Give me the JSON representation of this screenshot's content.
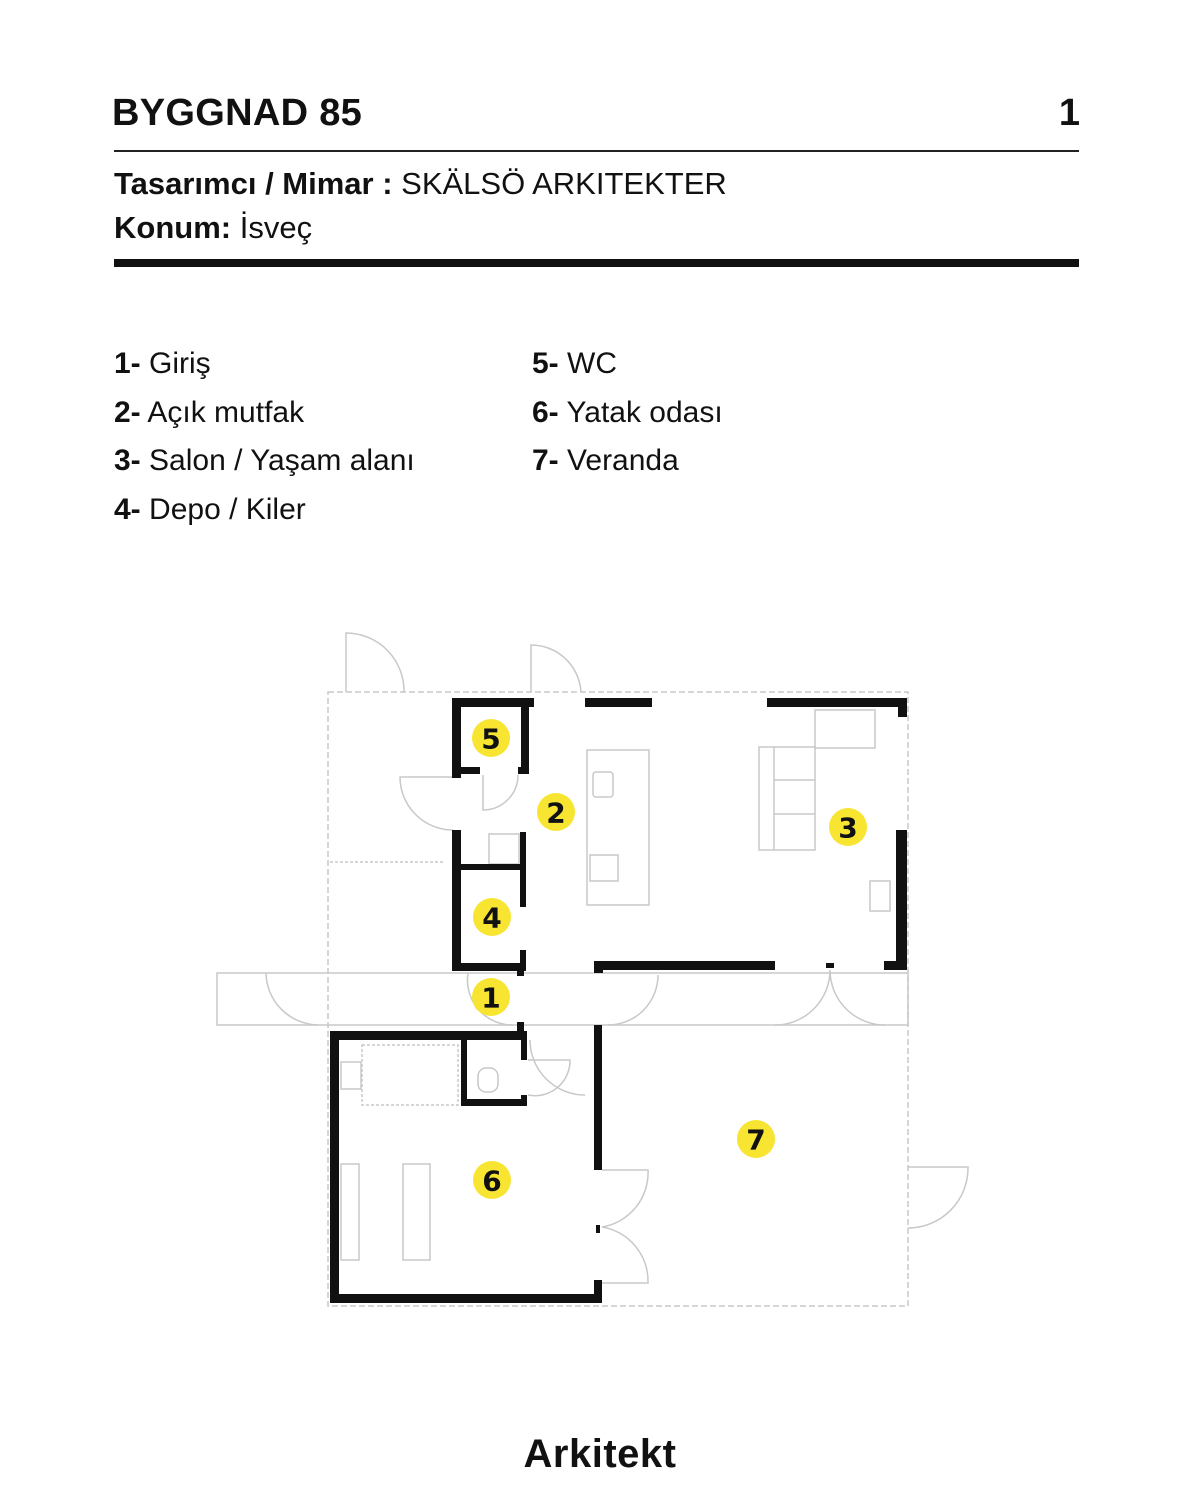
{
  "header": {
    "title": "BYGGNAD 85",
    "page_number": "1"
  },
  "meta": {
    "designer_label": "Tasarımcı / Mimar :",
    "designer_value": "SKÄLSÖ ARKITEKTER",
    "location_label": "Konum:",
    "location_value": "İsveç"
  },
  "legend": [
    {
      "num": "1-",
      "label": "Giriş"
    },
    {
      "num": "2-",
      "label": "Açık mutfak"
    },
    {
      "num": "3-",
      "label": "Salon / Yaşam alanı"
    },
    {
      "num": "4-",
      "label": "Depo / Kiler"
    },
    {
      "num": "5-",
      "label": "WC"
    },
    {
      "num": "6-",
      "label": "Yatak odası"
    },
    {
      "num": "7-",
      "label": "Veranda"
    }
  ],
  "plan_badges": [
    "1",
    "2",
    "3",
    "4",
    "5",
    "6",
    "7"
  ],
  "colors": {
    "badge": "#f7e531",
    "wall": "#111111",
    "thin_line": "#c8c8c8"
  },
  "footer": {
    "logo": "Arkitekt"
  }
}
